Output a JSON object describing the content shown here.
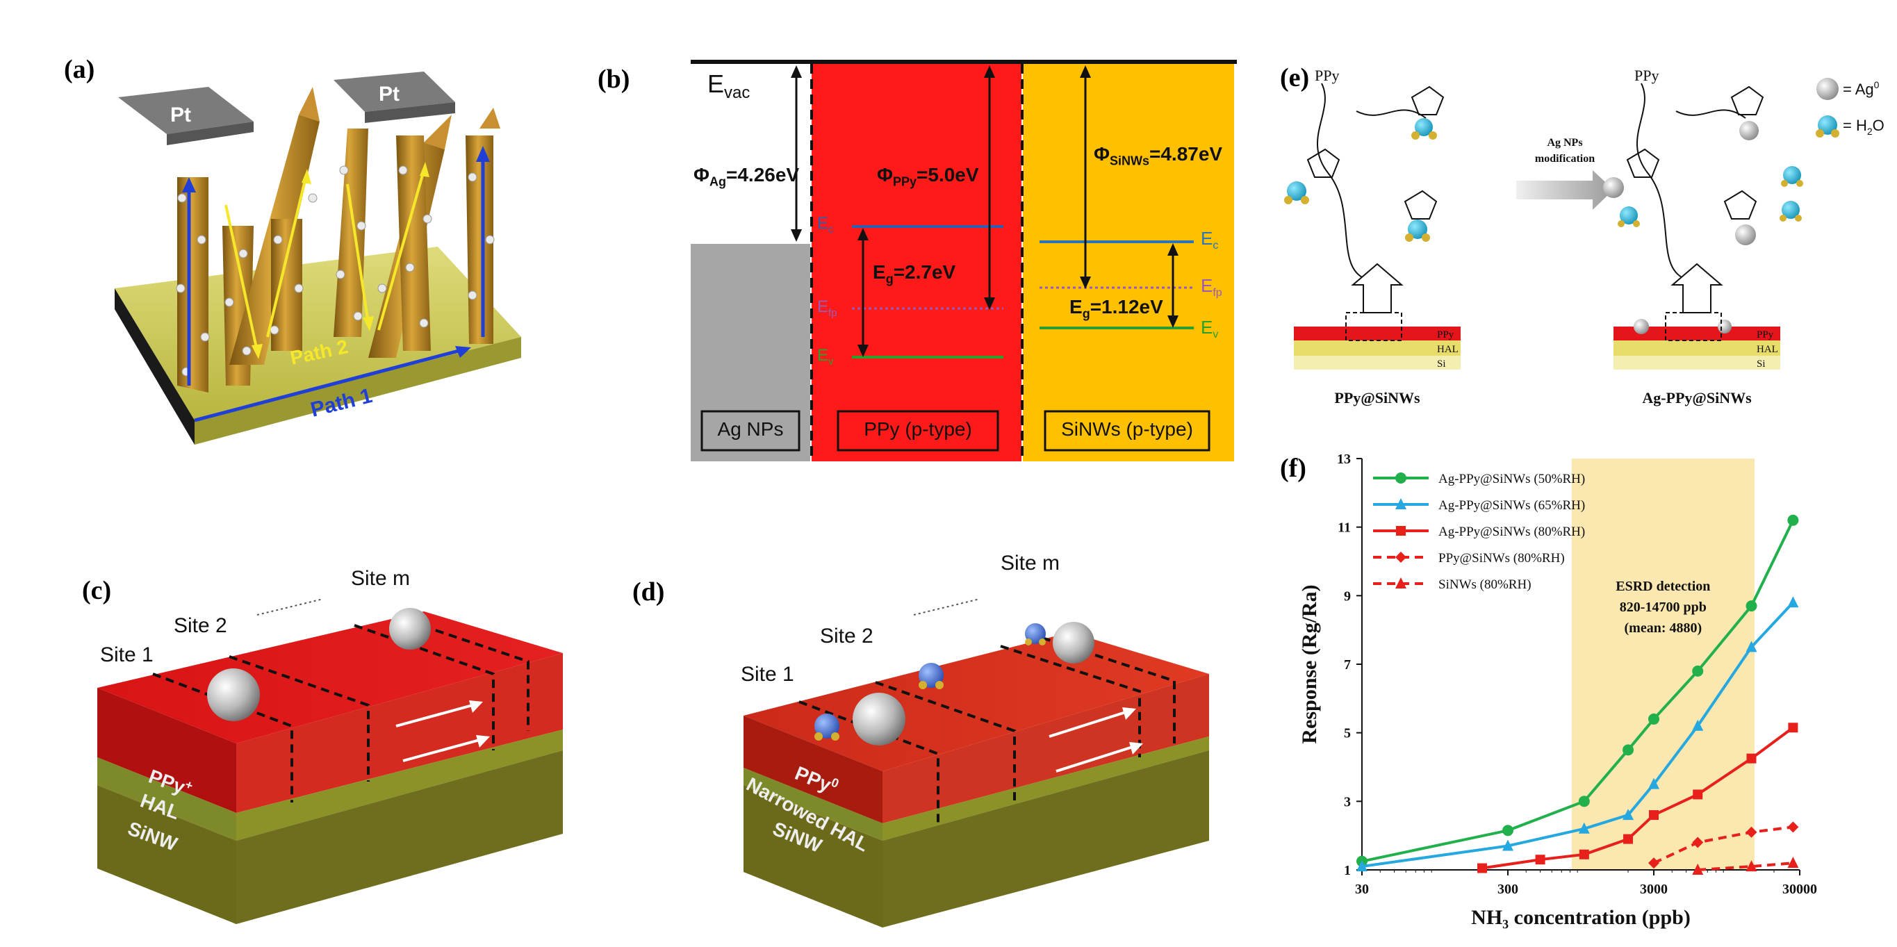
{
  "panels": {
    "a": "(a)",
    "b": "(b)",
    "c": "(c)",
    "d": "(d)",
    "e": "(e)",
    "f": "(f)"
  },
  "panel_a": {
    "pt_left": "Pt",
    "pt_right": "Pt",
    "path1": "Path 1",
    "path2": "Path 2",
    "colors": {
      "path1": "#1f3fd6",
      "path2": "#f5e72a",
      "electrode": "#777777",
      "nanowire": "#b8871e",
      "substrate": "#c9c64a"
    }
  },
  "panel_b": {
    "evac": "E",
    "evac_sub": "vac",
    "phi_ag": "Φ",
    "phi_ag_sub": "Ag",
    "phi_ag_val": "=4.26eV",
    "phi_ppy": "Φ",
    "phi_ppy_sub": "PPy",
    "phi_ppy_val": "=5.0eV",
    "phi_sinw": "Φ",
    "phi_sinw_sub": "SiNWs",
    "phi_sinw_val": "=4.87eV",
    "ppy_ec": "E",
    "ppy_ec_sub": "c",
    "ppy_ef": "E",
    "ppy_ef_sub": "fp",
    "ppy_ev": "E",
    "ppy_ev_sub": "v",
    "eg_ppy": "E",
    "eg_ppy_sub": "g",
    "eg_ppy_val": "=2.7eV",
    "sinw_ec": "E",
    "sinw_ec_sub": "c",
    "sinw_efp": "E",
    "sinw_efp_sub": "fp",
    "sinw_ev": "E",
    "sinw_ev_sub": "v",
    "eg_sinw": "E",
    "eg_sinw_sub": "g",
    "eg_sinw_val": "=1.12eV",
    "box_ag": "Ag NPs",
    "box_ppy": "PPy (p-type)",
    "box_sinw": "SiNWs (p-type)",
    "colors": {
      "ag": "#a6a6a6",
      "ppy": "#ff1a1a",
      "sinw": "#ffc000",
      "ec": "#2e75b6",
      "ev": "#2ca02c",
      "ef": "#9b59b6"
    }
  },
  "panel_c": {
    "site_m": "Site m",
    "site_2": "Site 2",
    "site_1": "Site 1",
    "layer_ppy": "PPy",
    "layer_ppy_sup": "+",
    "layer_hal": "HAL",
    "layer_sinw": "SiNW"
  },
  "panel_d": {
    "site_m": "Site m",
    "site_2": "Site 2",
    "site_1": "Site 1",
    "layer_ppy": "PPy",
    "layer_ppy_sup": "0",
    "layer_hal": "Narrowed HAL",
    "layer_sinw": "SiNW"
  },
  "panel_e": {
    "ppy_left": "PPy",
    "ppy_right": "PPy",
    "arrow_text_1": "Ag NPs",
    "arrow_text_2": "modification",
    "legend_ag": "= Ag",
    "legend_ag_sup": "0",
    "legend_h2o": "= H",
    "legend_h2o_sub": "2",
    "legend_h2o_end": "O",
    "layer_ppy": "PPy",
    "layer_hal": "HAL",
    "layer_si": "Si",
    "layer_ppy_r": "PPy",
    "layer_hal_r": "HAL",
    "layer_si_r": "Si",
    "caption_left": "PPy@SiNWs",
    "caption_right": "Ag-PPy@SiNWs"
  },
  "chart_data": {
    "type": "line",
    "xlabel": "NH₃ concentration (ppb)",
    "ylabel": "Response (Rg/Ra)",
    "xscale": "log",
    "xlim": [
      30,
      30000
    ],
    "ylim": [
      1,
      13
    ],
    "xticks": [
      "30",
      "300",
      "3000",
      "30000"
    ],
    "yticks": [
      "1",
      "3",
      "5",
      "7",
      "9",
      "11",
      "13"
    ],
    "grid": false,
    "legend_position": "top-left",
    "shaded_region": {
      "x": [
        820,
        14700
      ],
      "color": "#fbe7b0",
      "label": [
        "ESRD detection",
        "820-14700 ppb",
        "(mean: 4880)"
      ]
    },
    "series": [
      {
        "name": "Ag-PPy@SiNWs (50%RH)",
        "color": "#22b04c",
        "style": "solid",
        "marker": "circle",
        "x": [
          30,
          300,
          1000,
          2000,
          3000,
          6000,
          14000,
          27000
        ],
        "y": [
          1.25,
          2.15,
          3.0,
          4.5,
          5.4,
          6.8,
          8.7,
          11.2
        ]
      },
      {
        "name": "Ag-PPy@SiNWs (65%RH)",
        "color": "#25a8e0",
        "style": "solid",
        "marker": "triangle",
        "x": [
          30,
          300,
          1000,
          2000,
          3000,
          6000,
          14000,
          27000
        ],
        "y": [
          1.1,
          1.7,
          2.2,
          2.6,
          3.5,
          5.2,
          7.5,
          8.8
        ]
      },
      {
        "name": "Ag-PPy@SiNWs (80%RH)",
        "color": "#e8201c",
        "style": "solid",
        "marker": "square",
        "x": [
          200,
          500,
          1000,
          2000,
          3000,
          6000,
          14000,
          27000
        ],
        "y": [
          1.05,
          1.3,
          1.45,
          1.9,
          2.6,
          3.2,
          4.25,
          5.15
        ]
      },
      {
        "name": "PPy@SiNWs (80%RH)",
        "color": "#e8201c",
        "style": "dashed",
        "marker": "diamond",
        "x": [
          3000,
          6000,
          14000,
          27000
        ],
        "y": [
          1.2,
          1.8,
          2.1,
          2.25
        ]
      },
      {
        "name": "SiNWs (80%RH)",
        "color": "#e8201c",
        "style": "dashed",
        "marker": "triangle",
        "x": [
          6000,
          14000,
          27000
        ],
        "y": [
          1.0,
          1.1,
          1.2
        ]
      }
    ]
  }
}
